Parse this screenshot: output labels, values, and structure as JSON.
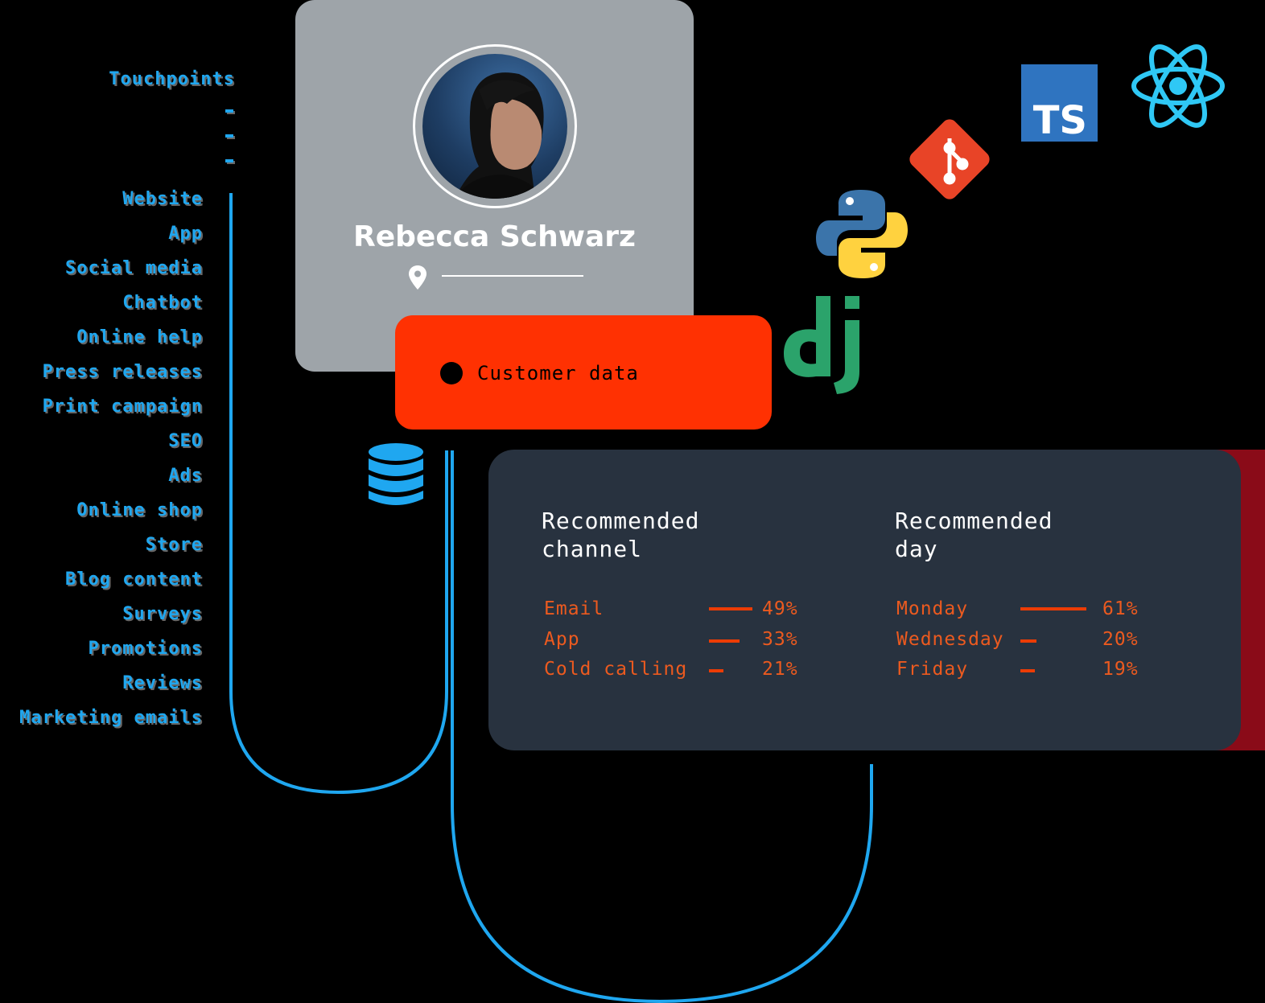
{
  "touchpoints": {
    "title": "Touchpoints",
    "items": [
      "Website",
      "App",
      "Social media",
      "Chatbot",
      "Online help",
      "Press releases",
      "Print campaign",
      "SEO",
      "Ads",
      "Online shop",
      "Store",
      "Blog content",
      "Surveys",
      "Promotions",
      "Reviews",
      "Marketing emails"
    ]
  },
  "profile": {
    "name": "Rebecca Schwarz"
  },
  "customer_data": {
    "label": "Customer data"
  },
  "recommendations": {
    "channel": {
      "heading_line1": "Recommended",
      "heading_line2": "channel",
      "rows": [
        {
          "label": "Email",
          "value": "49%",
          "share": 0.49
        },
        {
          "label": "App",
          "value": "33%",
          "share": 0.33
        },
        {
          "label": "Cold calling",
          "value": "21%",
          "share": 0.21
        }
      ]
    },
    "day": {
      "heading_line1": "Recommended",
      "heading_line2": "day",
      "rows": [
        {
          "label": "Monday",
          "value": "61%",
          "share": 0.61
        },
        {
          "label": "Wednesday",
          "value": "20%",
          "share": 0.2
        },
        {
          "label": "Friday",
          "value": "19%",
          "share": 0.19
        }
      ]
    }
  },
  "tech_icons": [
    "typescript-icon",
    "react-icon",
    "git-icon",
    "python-icon",
    "django-icon",
    "database-icon"
  ],
  "colors": {
    "accent_blue": "#1fa7f0",
    "accent_red": "#ff3102",
    "card_gray": "#9ea4a9",
    "card_dark": "#28323f",
    "stat_orange": "#ec5a1f"
  }
}
